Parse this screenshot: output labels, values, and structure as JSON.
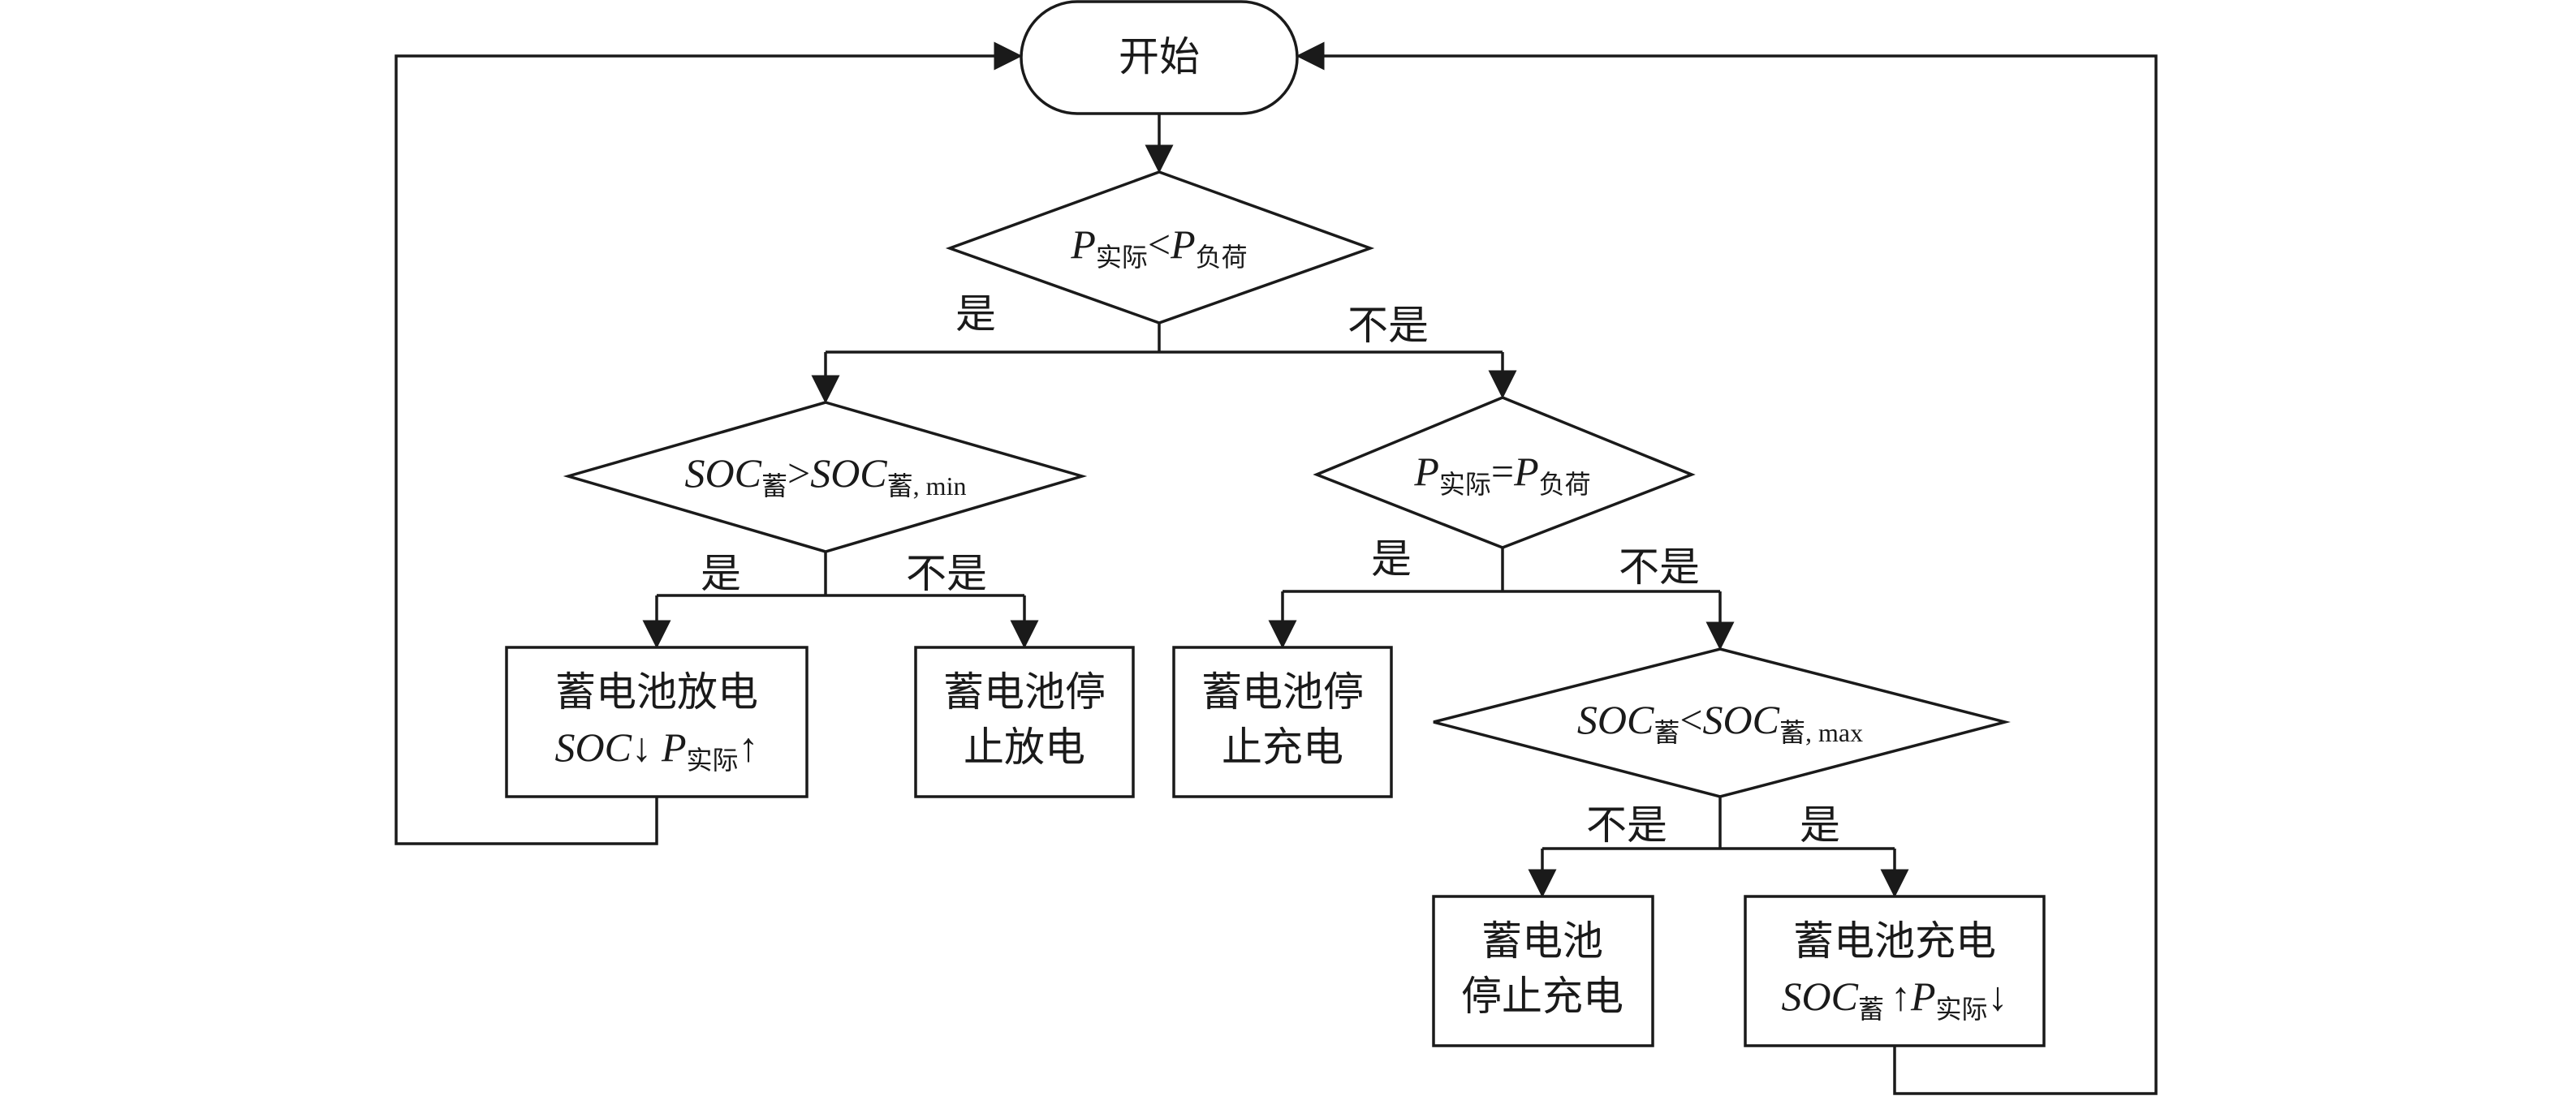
{
  "start_label": "开始",
  "decision_1": {
    "var": "P",
    "sub_a": "实际",
    "op": "<",
    "var_b": "P",
    "sub_b": "负荷",
    "yes_label": "是",
    "no_label": "不是"
  },
  "decision_2": {
    "var": "SOC",
    "sub_a": "蓄",
    "op": ">",
    "var_b": "SOC",
    "sub_b": "蓄, min",
    "yes_label": "是",
    "no_label": "不是"
  },
  "decision_3": {
    "var": "P",
    "sub_a": "实际",
    "op": "=",
    "var_b": "P",
    "sub_b": "负荷",
    "yes_label": "是",
    "no_label": "不是"
  },
  "decision_4": {
    "var": "SOC",
    "sub_a": "蓄",
    "op": "<",
    "var_b": "SOC",
    "sub_b": "蓄, max",
    "yes_label": "是",
    "no_label": "不是"
  },
  "box_discharge": {
    "line1": "蓄电池放电",
    "soc": "SOC",
    "down_arrow": "↓",
    "p": "P",
    "sub": "实际",
    "up_arrow": "↑"
  },
  "box_stop_discharge": {
    "line1": "蓄电池停",
    "line2": "止放电"
  },
  "box_stop_charge_a": {
    "line1": "蓄电池停",
    "line2": "止充电"
  },
  "box_stop_charge_b": {
    "line1": "蓄电池",
    "line2": "停止充电"
  },
  "box_charge": {
    "line1": "蓄电池充电",
    "soc": "SOC",
    "sub_soc": "蓄",
    "up_arrow": "↑",
    "p": "P",
    "sub_p": "实际",
    "down_arrow": "↓"
  }
}
